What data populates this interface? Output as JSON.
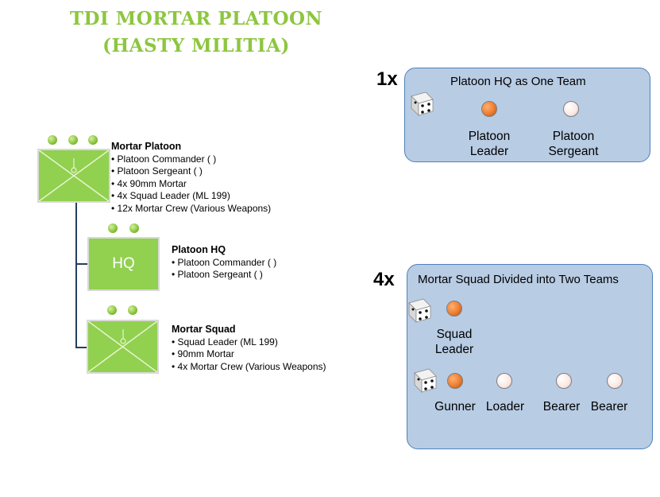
{
  "title": {
    "line1": "TDI MORTAR PLATOON",
    "line2": "(HASTY MILITIA)"
  },
  "platoon": {
    "heading": "Mortar Platoon",
    "items": [
      "• Platoon Commander (   )",
      "• Platoon Sergeant (   )",
      "• 4x 90mm Mortar",
      "• 4x Squad Leader (ML 199)",
      "• 12x Mortar Crew (Various Weapons)"
    ]
  },
  "hq": {
    "box_label": "HQ",
    "heading": "Platoon HQ",
    "items": [
      "• Platoon Commander ( )",
      "• Platoon Sergeant (  )"
    ]
  },
  "squad": {
    "heading": "Mortar Squad",
    "items": [
      "• Squad Leader (ML 199)",
      "• 90mm Mortar",
      "• 4x Mortar Crew (Various Weapons)"
    ]
  },
  "card_hq": {
    "multiplier": "1x",
    "title": "Platoon HQ as One Team",
    "members": [
      {
        "line1": "Platoon",
        "line2": "Leader",
        "color": "orange"
      },
      {
        "line1": "Platoon",
        "line2": "Sergeant",
        "color": "white"
      }
    ]
  },
  "card_squad": {
    "multiplier": "4x",
    "title": "Mortar Squad Divided into Two Teams",
    "team1": [
      {
        "line1": "Squad",
        "line2": "Leader",
        "color": "orange"
      }
    ],
    "team2": [
      {
        "label": "Gunner",
        "color": "orange"
      },
      {
        "label": "Loader",
        "color": "white"
      },
      {
        "label": "Bearer",
        "color": "white"
      },
      {
        "label": "Bearer",
        "color": "white"
      }
    ]
  },
  "colors": {
    "title_green": "#8dc63f",
    "unit_green": "#92d050",
    "card_fill": "#b8cce4",
    "card_border": "#4f81bd",
    "connector": "#243f60",
    "leader_orange": "#ed7d31"
  }
}
